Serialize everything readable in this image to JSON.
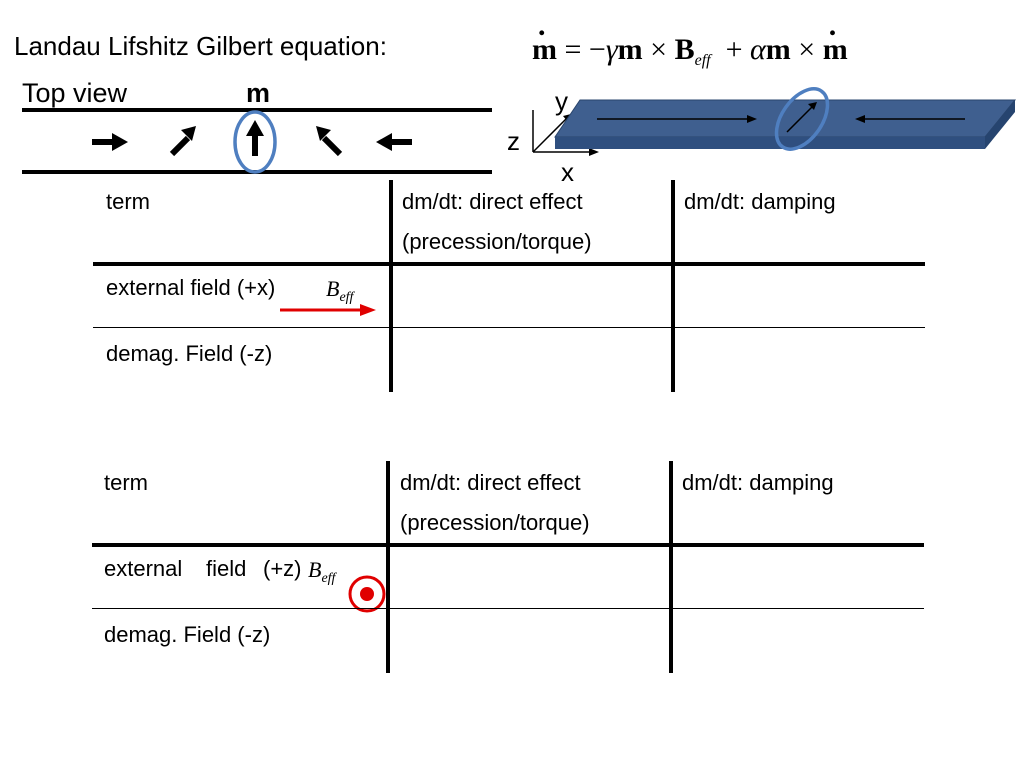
{
  "header": {
    "title": "Landau Lifshitz Gilbert equation:",
    "equation": {
      "lhs": "m",
      "eq": "=",
      "minus": "−",
      "gamma": "γ",
      "m1": "m",
      "times1": "×",
      "B": "B",
      "eff": "eff",
      "plus": "+",
      "alpha": "α",
      "m2": "m",
      "times2": "×",
      "mdot": "m"
    }
  },
  "top_view": {
    "label": "Top view",
    "m_label": "m",
    "arrows": [
      "right-arrow-icon",
      "up-right-arrow-icon",
      "up-arrow-icon",
      "up-left-arrow-icon",
      "left-arrow-icon"
    ]
  },
  "axes": {
    "y": "y",
    "z": "z",
    "x": "x"
  },
  "colors": {
    "strip": "#3f5f8f",
    "highlight": "#4f7fc0",
    "red": "#e00000"
  },
  "table1": {
    "headers": [
      "term",
      "dm/dt: direct effect",
      "(precession/torque)",
      "dm/dt: damping"
    ],
    "row1_label": "external field (+x)",
    "row2_label": "demag. Field (-z)",
    "beff_B": "B",
    "beff_sub": "eff"
  },
  "table2": {
    "headers": [
      "term",
      "dm/dt: direct effect",
      "(precession/torque)",
      "dm/dt: damping"
    ],
    "row1_label_a": "external",
    "row1_label_b": "field",
    "row1_label_c": "(+z)",
    "row2_label": "demag. Field (-z)",
    "beff_B": "B",
    "beff_sub": "eff"
  }
}
